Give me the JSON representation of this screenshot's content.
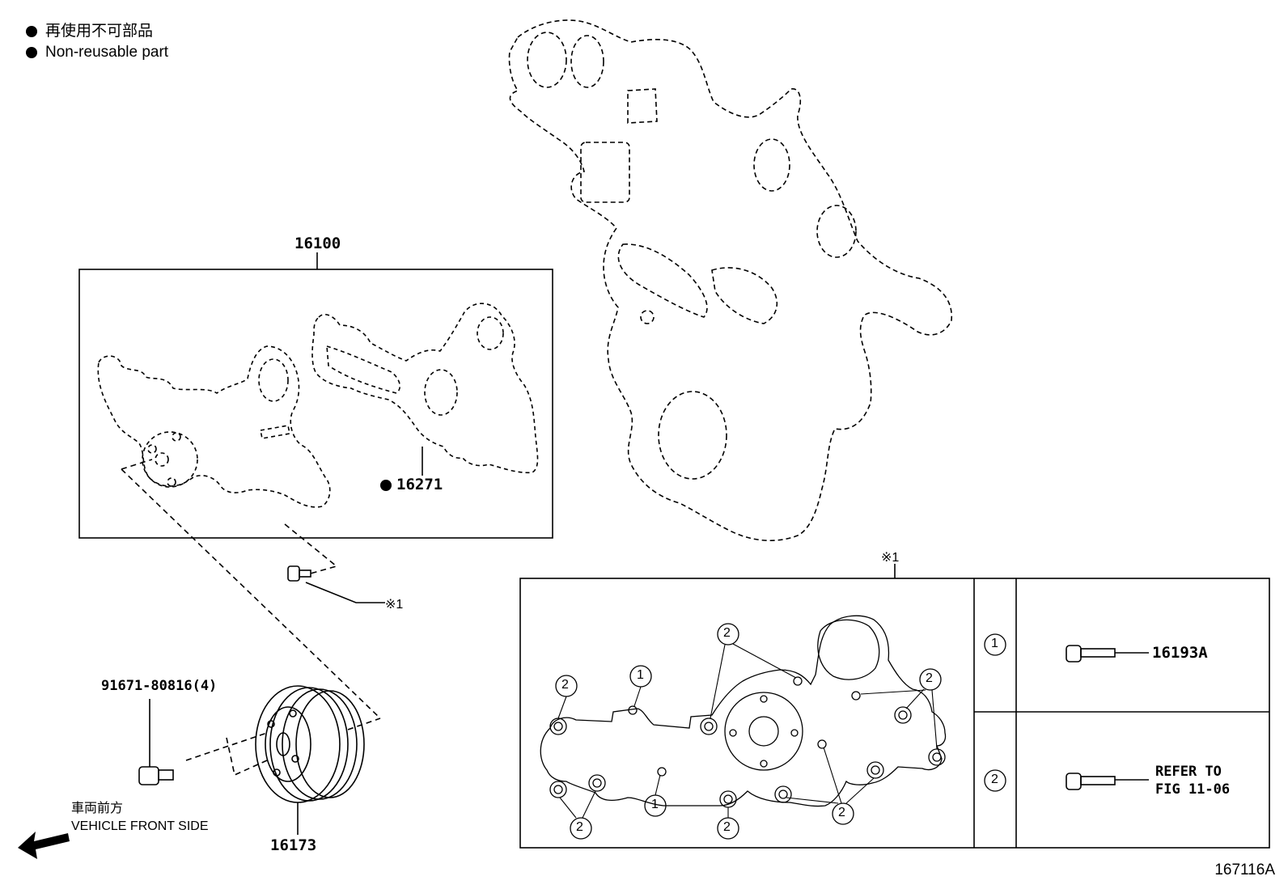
{
  "legend": {
    "line_jp": "再使用不可部品",
    "line_en": "Non-reusable part"
  },
  "labels": {
    "assy": "16100",
    "gasket": "16271",
    "bolt_left": "91671-80816(4)",
    "pulley": "16173",
    "ref_bolt": "※1",
    "ref_table": "※1"
  },
  "table": {
    "rows": [
      {
        "num": "1",
        "part": "16193A"
      },
      {
        "num": "2",
        "part_line1": "REFER TO",
        "part_line2": "FIG 11-06"
      }
    ]
  },
  "callouts": [
    "2",
    "1",
    "2",
    "2",
    "2",
    "1",
    "2",
    "2"
  ],
  "front": {
    "jp": "車両前方",
    "en": "VEHICLE FRONT SIDE"
  },
  "figure_number": "167116A"
}
